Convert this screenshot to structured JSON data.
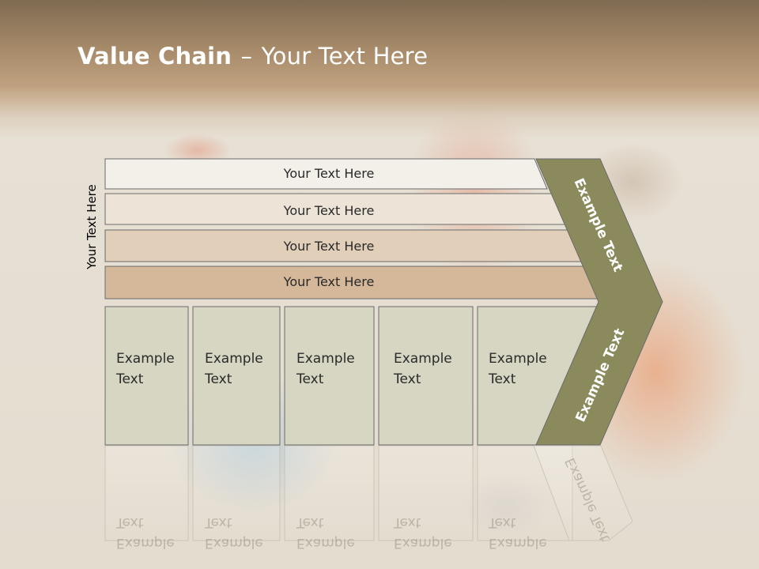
{
  "slide": {
    "title_bold": "Value Chain",
    "title_sep": "–",
    "title_rest": "Your Text Here",
    "side_label": "Your Text Here"
  },
  "rows": [
    {
      "label": "Your Text Here",
      "fill": "#f3efe9"
    },
    {
      "label": "Your Text Here",
      "fill": "#ede3d7"
    },
    {
      "label": "Your Text Here",
      "fill": "#e2cfb9"
    },
    {
      "label": "Your Text Here",
      "fill": "#d4b899"
    }
  ],
  "boxes": [
    {
      "line1": "Example",
      "line2": "Text"
    },
    {
      "line1": "Example",
      "line2": "Text"
    },
    {
      "line1": "Example",
      "line2": "Text"
    },
    {
      "line1": "Example",
      "line2": "Text"
    },
    {
      "line1": "Example",
      "line2": "Text"
    }
  ],
  "chevron": {
    "top_label": "Example Text",
    "bottom_label": "Example Text",
    "fill": "#8a8a5c"
  },
  "colors": {
    "box_fill": "#d6d6c2",
    "stroke": "#6b6b6b"
  }
}
